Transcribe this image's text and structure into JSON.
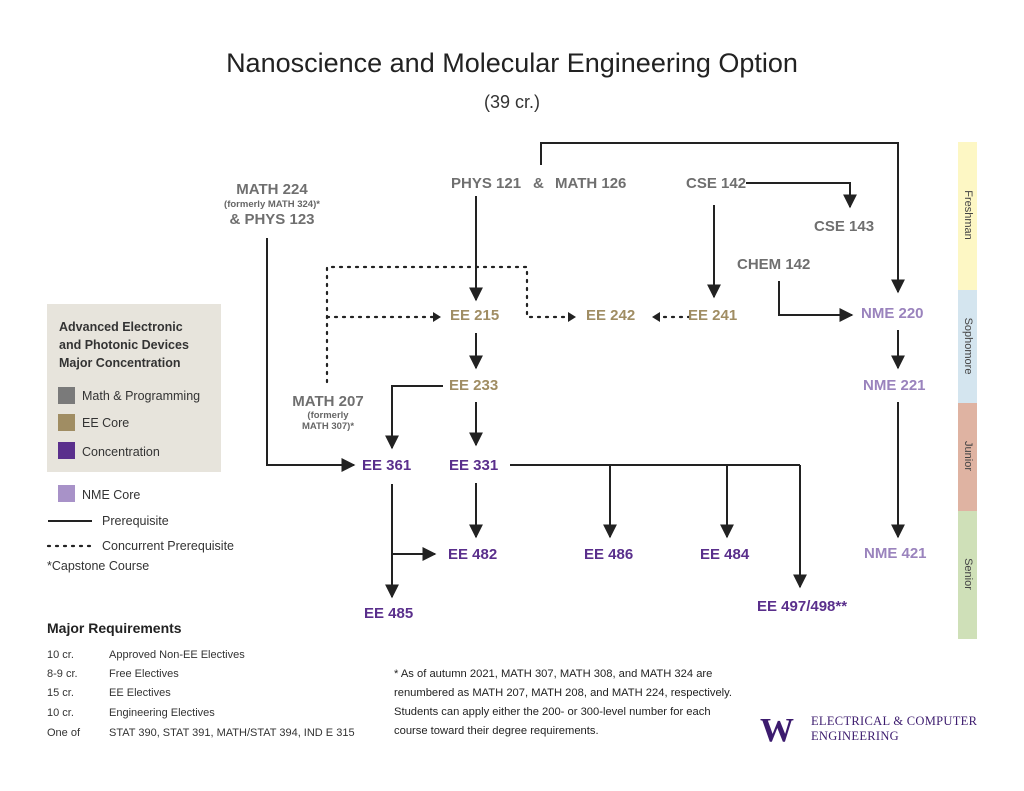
{
  "title": "Nanoscience and Molecular Engineering Option",
  "subtitle": "(39 cr.)",
  "nodes": {
    "math224": "MATH 224",
    "math224_note": "(formerly MATH 324)*",
    "phys123": "& PHYS 123",
    "phys121": "PHYS 121",
    "amp": "&",
    "math126": "MATH 126",
    "cse142": "CSE 142",
    "cse143": "CSE 143",
    "chem142": "CHEM 142",
    "ee215": "EE 215",
    "ee242": "EE 242",
    "ee241": "EE 241",
    "nme220": "NME 220",
    "nme221": "NME 221",
    "ee233": "EE 233",
    "math207": "MATH 207",
    "math207_note1": "(formerly",
    "math207_note2": "MATH 307)*",
    "ee361": "EE 361",
    "ee331": "EE 331",
    "ee482": "EE 482",
    "ee486": "EE 486",
    "ee484": "EE 484",
    "nme421": "NME 421",
    "ee485": "EE 485",
    "ee497": "EE 497/498**"
  },
  "legend": {
    "heading1": "Advanced Electronic",
    "heading2": "and Photonic Devices",
    "heading3": "Major Concentration",
    "math_prog": "Math & Programming",
    "ee_core": "EE Core",
    "concentration": "Concentration",
    "nme_core": "NME Core",
    "prerequisite": "Prerequisite",
    "concurrent": "Concurrent Prerequisite",
    "capstone": "*Capstone Course"
  },
  "colors": {
    "math_prog": "#7a7a7a",
    "ee_core": "#a08d63",
    "concentration": "#5a2f8c",
    "nme_core": "#a892c8",
    "freshman": "#fdf7c4",
    "sophomore": "#d4e5ef",
    "junior": "#dfb3a2",
    "senior": "#cfe0b8"
  },
  "years": {
    "freshman": "Freshman",
    "sophomore": "Sophomore",
    "junior": "Junior",
    "senior": "Senior"
  },
  "requirements": {
    "title": "Major Requirements",
    "rows": [
      {
        "credits": "10 cr.",
        "label": "Approved Non-EE Electives"
      },
      {
        "credits": "8-9 cr.",
        "label": "Free Electives"
      },
      {
        "credits": "15 cr.",
        "label": "EE Electives"
      },
      {
        "credits": "10 cr.",
        "label": "Engineering Electives"
      },
      {
        "credits": "One of",
        "label": "STAT 390, STAT 391, MATH/STAT 394, IND E 315"
      }
    ]
  },
  "footnote": "* As of autumn 2021, MATH 307, MATH 308, and MATH 324 are renumbered as MATH 207, MATH 208, and MATH 224, respectively. Students can apply either the 200- or 300-level number for each course toward their degree requirements.",
  "logo": {
    "mark": "W",
    "line1": "ELECTRICAL & COMPUTER",
    "line2": "ENGINEERING"
  }
}
